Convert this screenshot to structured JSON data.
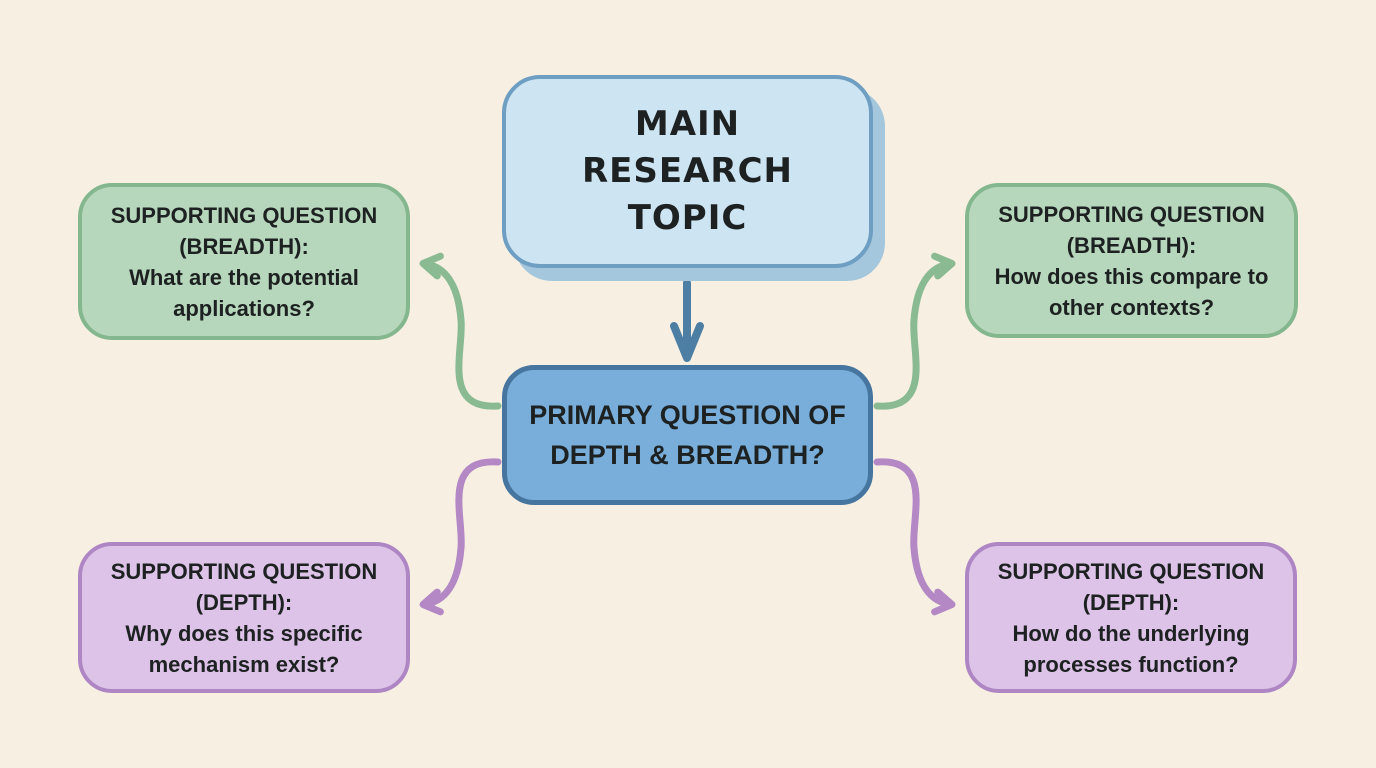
{
  "palette": {
    "bg": "#f7f0e2",
    "text": "#1d2121",
    "main_fill": "#cde4f2",
    "main_border": "#6f9ec3",
    "main_shadow": "#a5c7dd",
    "primary_fill": "#78aed9",
    "primary_border": "#46759f",
    "breadth_fill": "#b7d7bc",
    "breadth_border": "#84b78d",
    "breadth_arrow": "#8aba92",
    "depth_fill": "#dcc3e7",
    "depth_border": "#ae86c4",
    "depth_arrow": "#b388c4",
    "flow_arrow": "#4d7ea4"
  },
  "nodes": {
    "main_topic": {
      "title": "MAIN\nRESEARCH\nTOPIC"
    },
    "primary_question": {
      "title": "PRIMARY QUESTION OF\nDEPTH & BREADTH?"
    },
    "breadth_left": {
      "heading": "SUPPORTING QUESTION",
      "qualifier": "(BREADTH):",
      "question": "What are the potential applications?"
    },
    "breadth_right": {
      "heading": "SUPPORTING QUESTION",
      "qualifier": "(BREADTH):",
      "question": "How does this compare to other contexts?"
    },
    "depth_left": {
      "heading": "SUPPORTING QUESTION",
      "qualifier": "(DEPTH):",
      "question": "Why does this specific mechanism exist?"
    },
    "depth_right": {
      "heading": "SUPPORTING QUESTION",
      "qualifier": "(DEPTH):",
      "question": "How do the underlying processes function?"
    }
  },
  "edges": [
    {
      "from": "main_topic",
      "to": "primary_question",
      "style": "flow_arrow"
    },
    {
      "from": "primary_question",
      "to": "breadth_left",
      "style": "breadth_arrow"
    },
    {
      "from": "primary_question",
      "to": "breadth_right",
      "style": "breadth_arrow"
    },
    {
      "from": "primary_question",
      "to": "depth_left",
      "style": "depth_arrow"
    },
    {
      "from": "primary_question",
      "to": "depth_right",
      "style": "depth_arrow"
    }
  ]
}
